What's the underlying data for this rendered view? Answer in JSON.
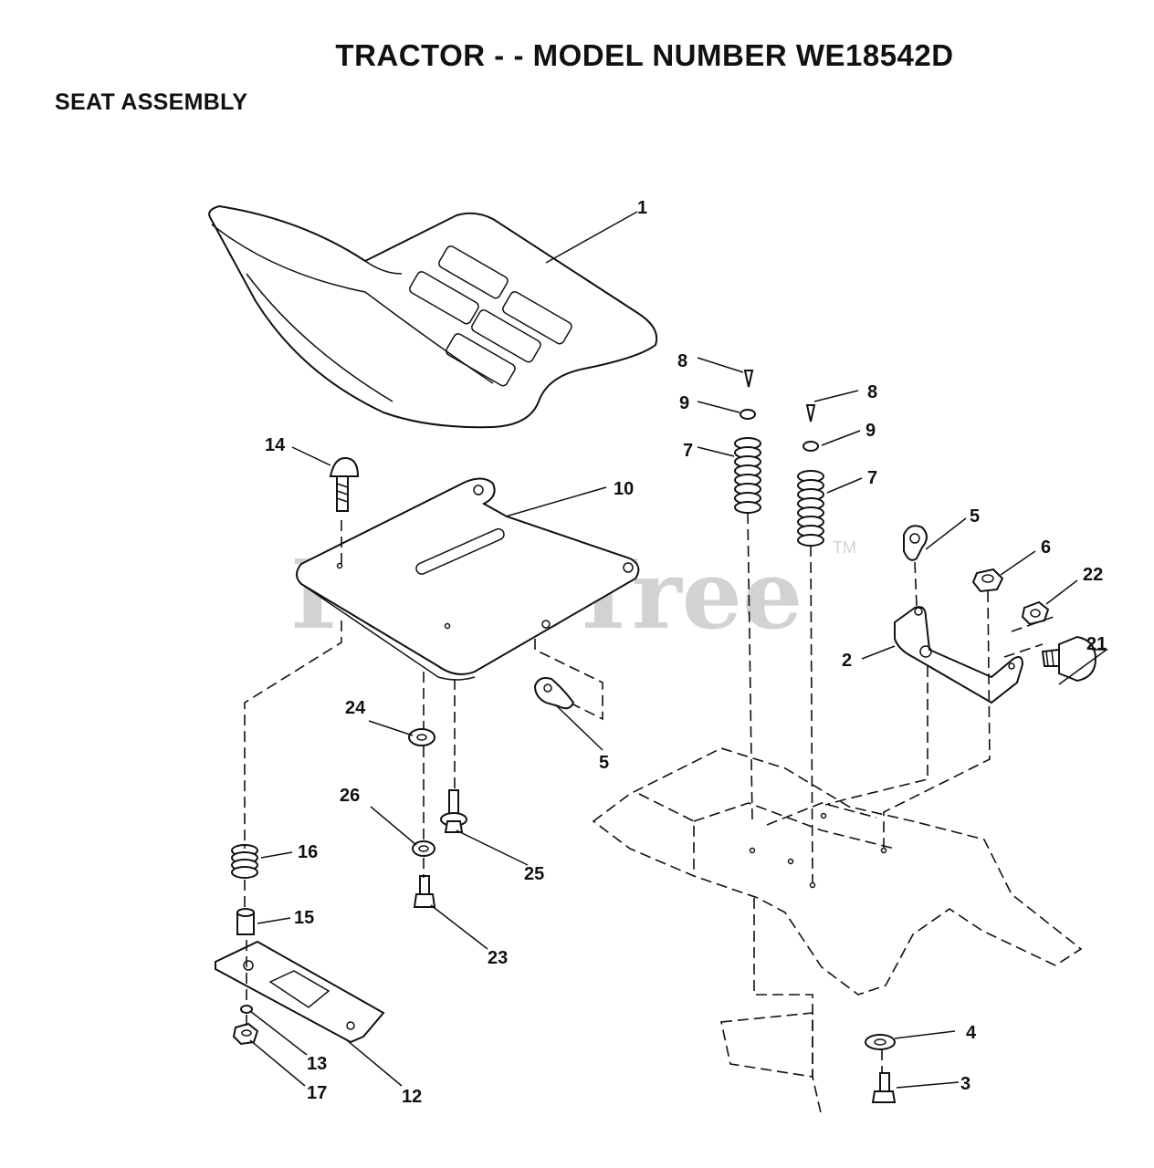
{
  "header": {
    "title": "TRACTOR - - MODEL NUMBER WE18542D",
    "subtitle": "SEAT ASSEMBLY"
  },
  "watermark": {
    "text": "PartsTree",
    "mark": "TM",
    "color": "#d2d2d2"
  },
  "callouts": {
    "c1": "1",
    "c2": "2",
    "c3": "3",
    "c4": "4",
    "c5a": "5",
    "c5b": "5",
    "c6": "6",
    "c7a": "7",
    "c7b": "7",
    "c8a": "8",
    "c8b": "8",
    "c9a": "9",
    "c9b": "9",
    "c10": "10",
    "c12": "12",
    "c13": "13",
    "c14": "14",
    "c15": "15",
    "c16": "16",
    "c17": "17",
    "c21": "21",
    "c22": "22",
    "c23": "23",
    "c24": "24",
    "c25": "25",
    "c26": "26"
  },
  "parts": [
    "seat",
    "bracket",
    "bolt",
    "washer",
    "clip",
    "nut",
    "spring",
    "pin",
    "washer",
    "seat-pan",
    "bracket",
    "washer",
    "bolt",
    "spacer",
    "spring",
    "nut",
    "knob",
    "nut",
    "bolt",
    "washer",
    "bolt",
    "washer"
  ]
}
